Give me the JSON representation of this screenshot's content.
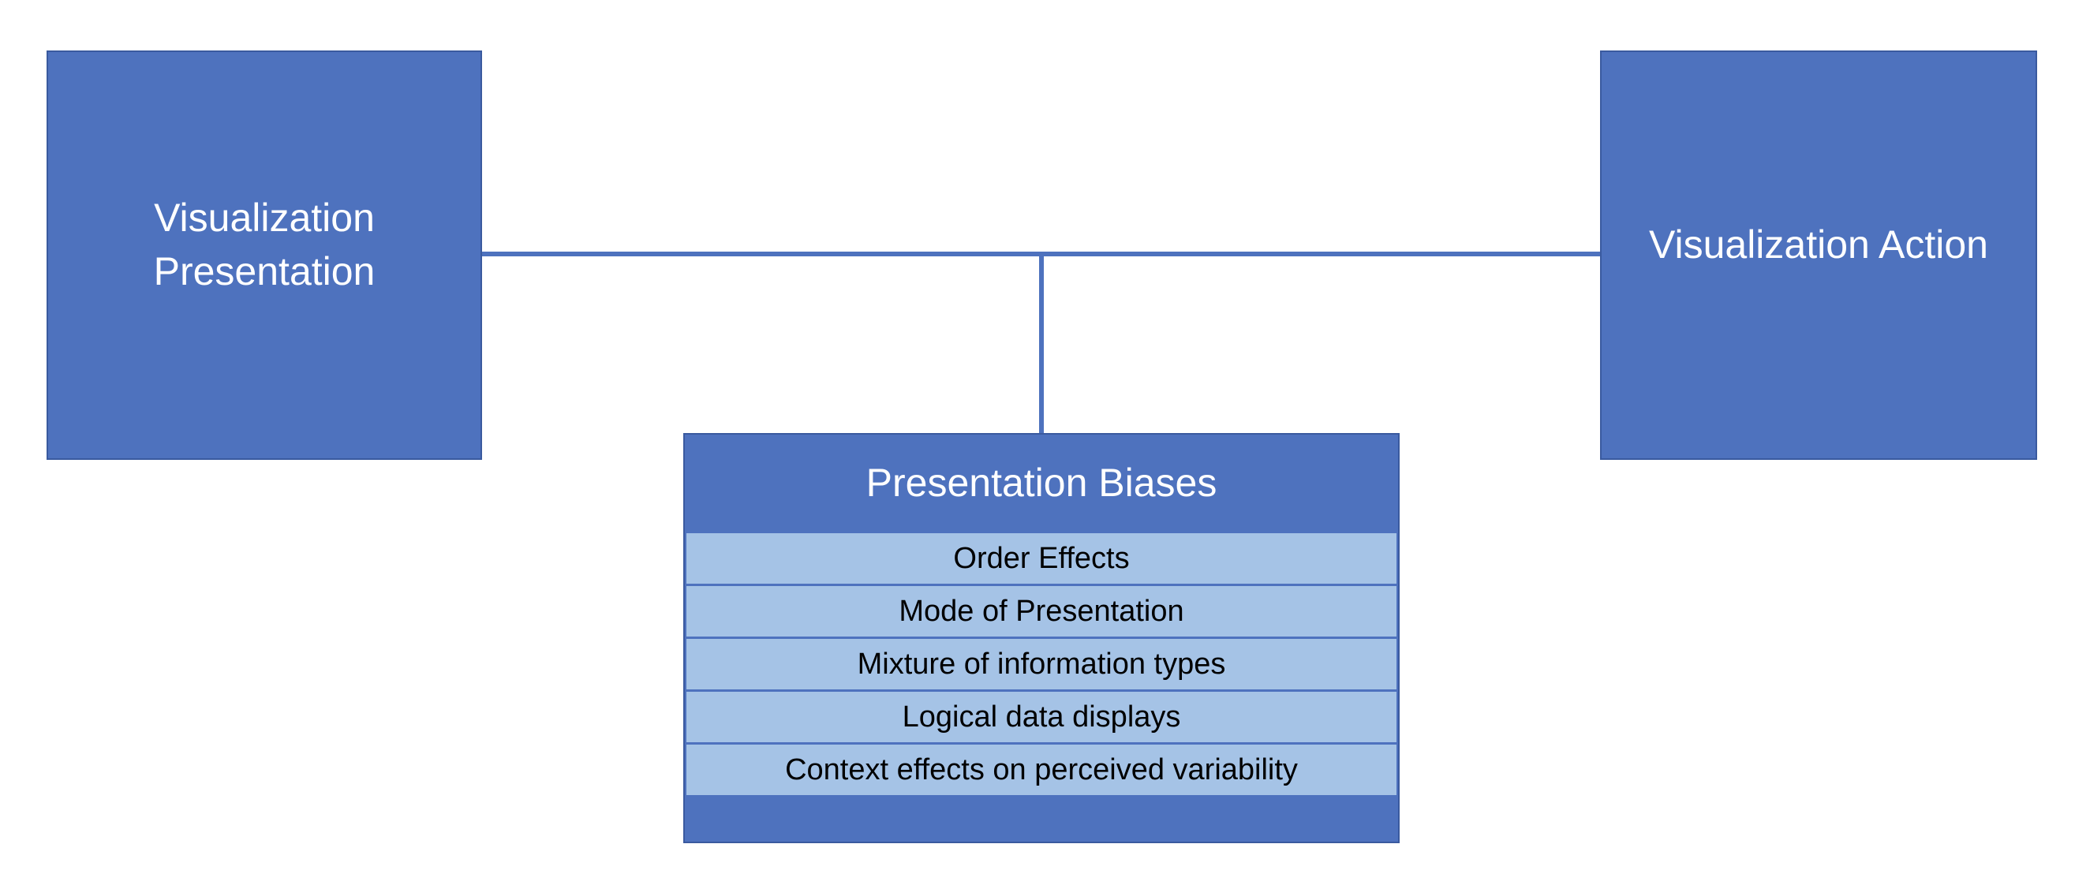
{
  "diagram": {
    "left_box": {
      "label": "Visualization Presentation"
    },
    "right_box": {
      "label": "Visualization Action"
    },
    "panel": {
      "title": "Presentation Biases",
      "items": [
        "Order Effects",
        "Mode of Presentation",
        "Mixture of information types",
        "Logical data displays",
        "Context effects on perceived variability"
      ]
    }
  },
  "colors": {
    "box_fill": "#4e72be",
    "box_border": "#3a5a9f",
    "row_fill": "#a5c3e6",
    "connector": "#4e72be"
  }
}
